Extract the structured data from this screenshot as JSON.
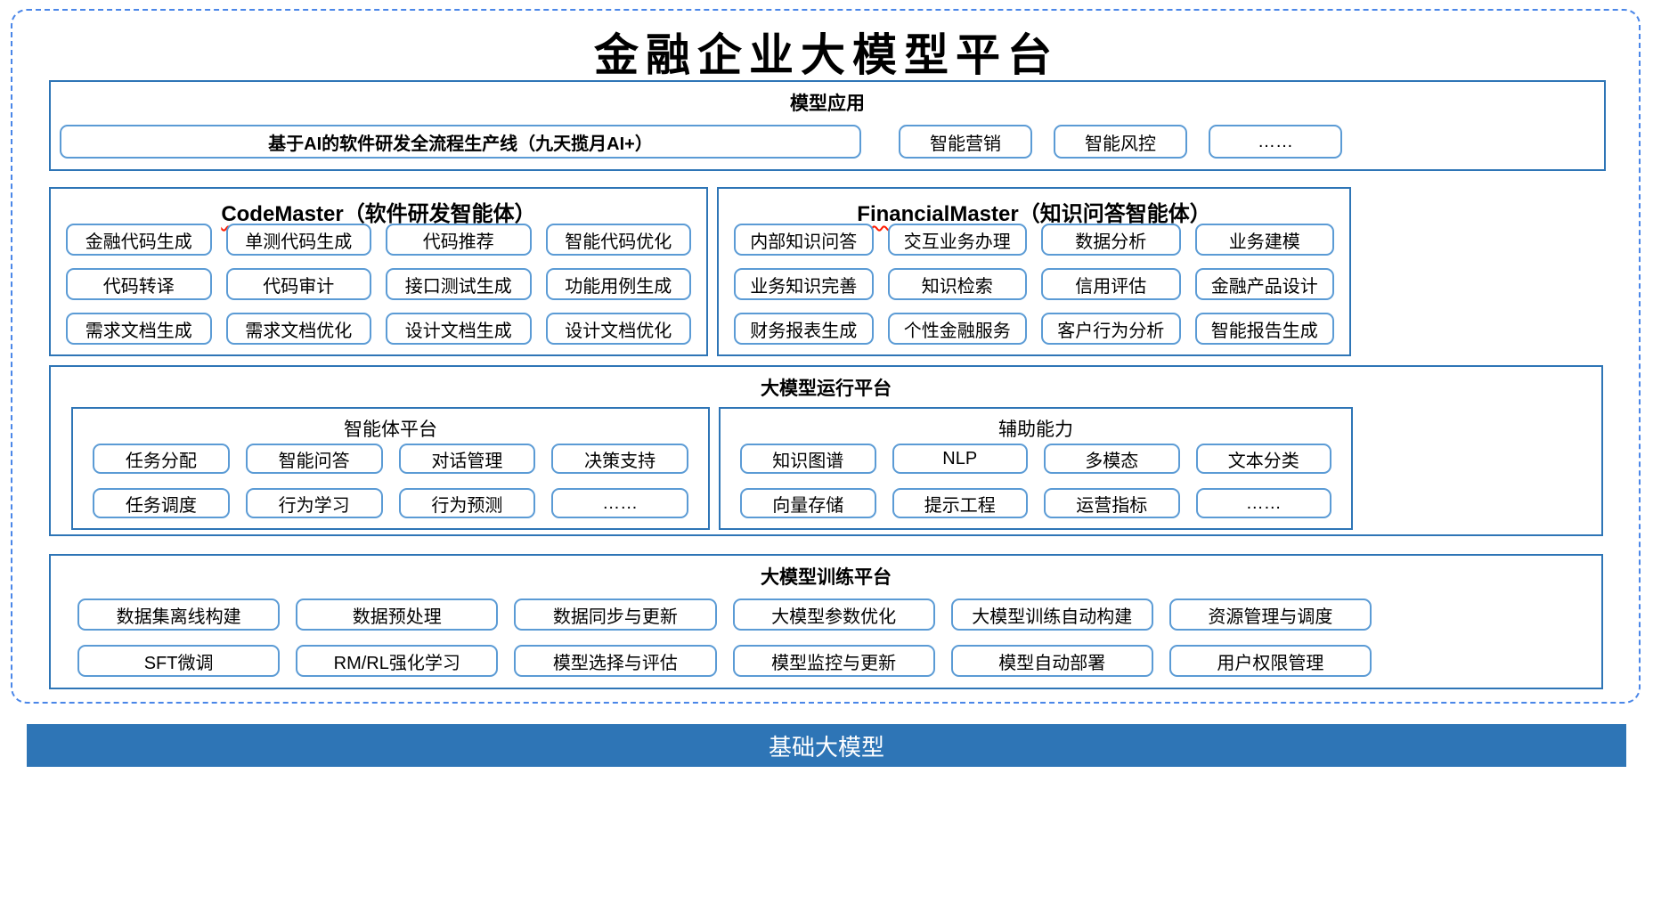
{
  "title": "金融企业大模型平台",
  "colors": {
    "section_border": "#2E75B6",
    "item_border": "#5B9BD5",
    "frame_dashed": "#4a86e8",
    "base_bar_bg": "#2E75B6",
    "base_bar_text": "#ffffff",
    "wavy_underline": "#ff1a00"
  },
  "sections": {
    "model_app": {
      "title": "模型应用",
      "main_item": "基于AI的软件研发全流程生产线（九天揽月AI+）",
      "items": [
        "智能营销",
        "智能风控",
        "……"
      ]
    },
    "code_master": {
      "title_en": "CodeMaster",
      "title_cn": "（软件研发智能体）",
      "items": [
        "金融代码生成",
        "单测代码生成",
        "代码推荐",
        "智能代码优化",
        "代码转译",
        "代码审计",
        "接口测试生成",
        "功能用例生成",
        "需求文档生成",
        "需求文档优化",
        "设计文档生成",
        "设计文档优化"
      ]
    },
    "financial_master": {
      "title_en": "FinancialMaster",
      "title_cn": "（知识问答智能体）",
      "items": [
        "内部知识问答",
        "交互业务办理",
        "数据分析",
        "业务建模",
        "业务知识完善",
        "知识检索",
        "信用评估",
        "金融产品设计",
        "财务报表生成",
        "个性金融服务",
        "客户行为分析",
        "智能报告生成"
      ]
    },
    "run_platform": {
      "title": "大模型运行平台",
      "agent_platform": {
        "title": "智能体平台",
        "items": [
          "任务分配",
          "智能问答",
          "对话管理",
          "决策支持",
          "任务调度",
          "行为学习",
          "行为预测",
          "……"
        ]
      },
      "aux_ability": {
        "title": "辅助能力",
        "items": [
          "知识图谱",
          "NLP",
          "多模态",
          "文本分类",
          "向量存储",
          "提示工程",
          "运营指标",
          "……"
        ]
      }
    },
    "train_platform": {
      "title": "大模型训练平台",
      "items": [
        "数据集离线构建",
        "数据预处理",
        "数据同步与更新",
        "大模型参数优化",
        "大模型训练自动构建",
        "资源管理与调度",
        "SFT微调",
        "RM/RL强化学习",
        "模型选择与评估",
        "模型监控与更新",
        "模型自动部署",
        "用户权限管理"
      ]
    },
    "base_model": {
      "label": "基础大模型"
    }
  }
}
